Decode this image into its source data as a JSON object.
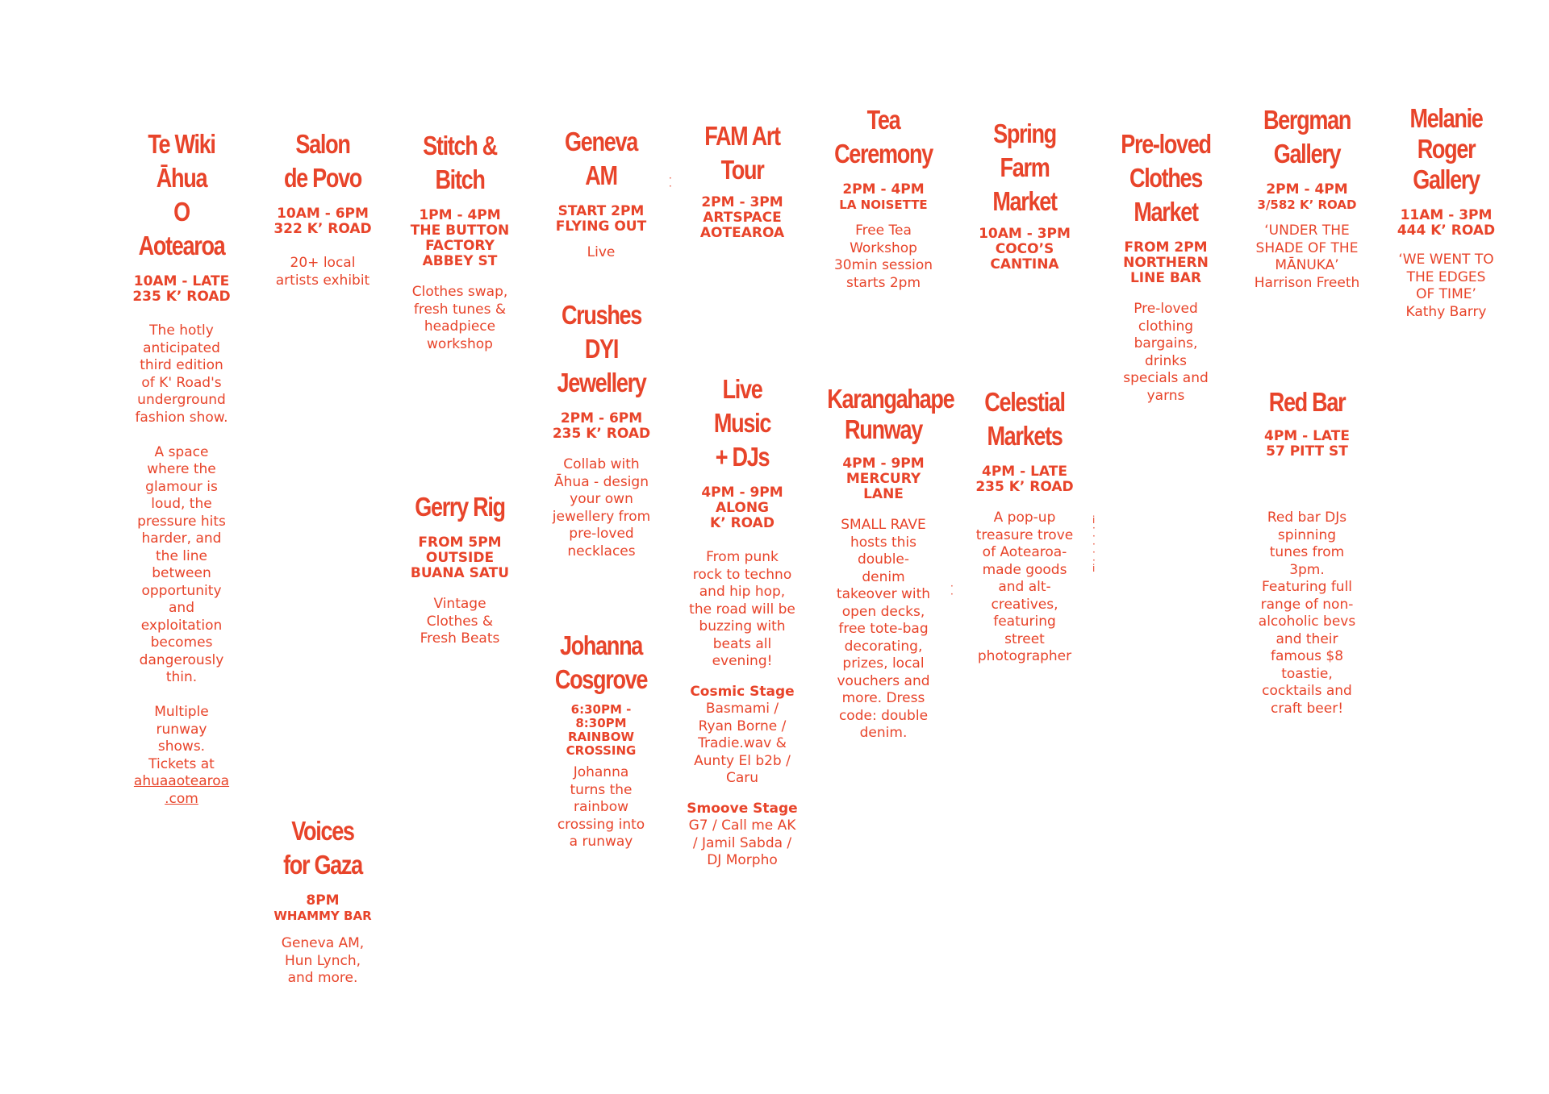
{
  "accent_color": "#e8442a",
  "background": "#ffffff",
  "events": {
    "te_wiki": {
      "title": "Te Wiki Āhua\nO Aotearoa",
      "when": "10AM - LATE\n235 K’ ROAD",
      "desc": "The hotly\nanticipated\nthird edition\nof K' Road's\nunderground\nfashion show.\n\nA space\nwhere the\nglamour is\nloud, the\npressure hits\nharder, and\nthe line\nbetween\nopportunity\nand\nexploitation\nbecomes\ndangerously\nthin.\n\nMultiple\nrunway\nshows.\nTickets at",
      "link": "ahuaaotearoa\n.com"
    },
    "salon": {
      "title": "Salon\nde Povo",
      "when": "10AM - 6PM\n322 K’ ROAD",
      "desc": "20+ local\nartists exhibit"
    },
    "voices": {
      "title": "Voices\nfor Gaza",
      "when_time": "8PM",
      "when_place": "WHAMMY BAR",
      "desc": "Geneva AM,\nHun Lynch,\nand more."
    },
    "stitch": {
      "title": "Stitch & Bitch",
      "when": "1PM - 4PM\nTHE BUTTON\nFACTORY\nABBEY ST",
      "desc": "Clothes swap,\nfresh tunes &\nheadpiece\nworkshop"
    },
    "gerry": {
      "title": "Gerry Rig",
      "when": "FROM 5PM\nOUTSIDE\nBUANA SATU",
      "desc": "Vintage\nClothes &\nFresh Beats"
    },
    "geneva": {
      "title": "Geneva AM",
      "when": "START 2PM\nFLYING OUT",
      "desc": "Live"
    },
    "crushes": {
      "title": "Crushes DYI\nJewellery",
      "when": "2PM - 6PM\n235 K’ ROAD",
      "desc": "Collab with\nĀhua - design\nyour own\njewellery from\npre-loved\nnecklaces"
    },
    "johanna": {
      "title": "Johanna\nCosgrove",
      "when": "6:30PM -\n8:30PM\nRAINBOW\nCROSSING",
      "desc": "Johanna\nturns the\nrainbow\ncrossing into\na runway"
    },
    "fam": {
      "title": "FAM Art Tour",
      "when": "2PM - 3PM\nARTSPACE\nAOTEAROA"
    },
    "live_music": {
      "title": "Live Music\n+ DJs",
      "when": "4PM - 9PM\nALONG\nK’ ROAD",
      "desc": "From punk\nrock to techno\nand hip hop,\nthe road will be\nbuzzing with\nbeats all\nevening!",
      "cosmic_label": "Cosmic Stage",
      "cosmic_lineup": "Basmami /\nRyan Borne /\nTradie.wav &\nAunty El b2b /\nCaru",
      "smoove_label": "Smoove Stage",
      "smoove_lineup": "G7 / Call me AK\n/ Jamil Sabda /\nDJ Morpho"
    },
    "tea": {
      "title": "Tea\nCeremony",
      "when_time": "2PM - 4PM",
      "when_place": "LA NOISETTE",
      "desc": "Free Tea\nWorkshop\n30min session\nstarts 2pm"
    },
    "karangahape": {
      "title": "Karangahape\nRunway",
      "when": "4PM - 9PM\nMERCURY\nLANE",
      "desc": "SMALL RAVE\nhosts this\ndouble-\ndenim\ntakeover with\nopen decks,\nfree tote-bag\ndecorating,\nprizes, local\nvouchers and\nmore. Dress\ncode: double\ndenim."
    },
    "spring": {
      "title": "Spring Farm\nMarket",
      "when": "10AM - 3PM\nCOCO’S\nCANTINA"
    },
    "celestial": {
      "title": "Celestial\nMarkets",
      "when": "4PM - LATE\n235 K’ ROAD",
      "desc": "A pop-up\ntreasure trove\nof Aotearoa-\nmade goods\nand alt-\ncreatives,\nfeaturing\nstreet\nphotographer"
    },
    "preloved": {
      "title": "Pre-loved\nClothes\nMarket",
      "when": "FROM 2PM\nNORTHERN\nLINE BAR",
      "desc": "Pre-loved\nclothing\nbargains,\ndrinks\nspecials and\nyarns"
    },
    "bergman": {
      "title": "Bergman\nGallery",
      "when_time": "2PM - 4PM",
      "when_place": "3/582 K’ ROAD",
      "desc": "‘UNDER THE\nSHADE OF THE\nMĀNUKA’\nHarrison Freeth"
    },
    "redbar": {
      "title": "Red Bar",
      "when": "4PM - LATE\n57 PITT ST",
      "desc": "Red bar DJs\nspinning\ntunes from\n3pm.\nFeaturing full\nrange of non-\nalcoholic bevs\nand their\nfamous $8\ntoastie,\ncocktails and\ncraft beer!"
    },
    "melanie": {
      "title": "Melanie\nRoger Gallery",
      "when": "11AM - 3PM\n444 K’ ROAD",
      "desc": "‘WE WENT TO\nTHE EDGES\nOF TIME’\nKathy Barry"
    }
  }
}
